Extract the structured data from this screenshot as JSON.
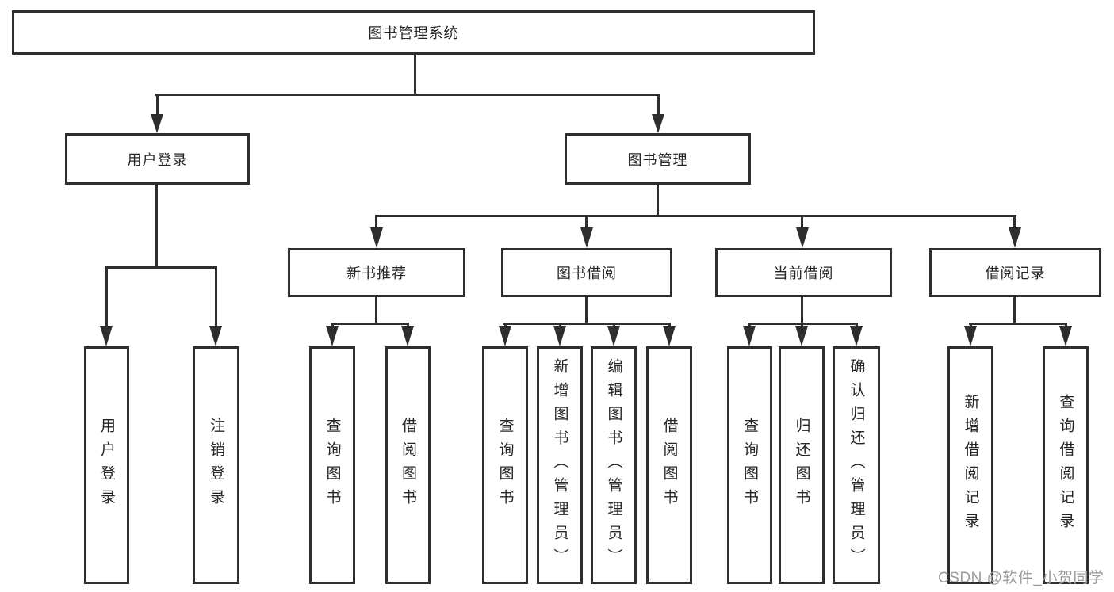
{
  "diagram": {
    "root": {
      "label": "图书管理系统"
    },
    "level2": [
      {
        "label": "用户登录"
      },
      {
        "label": "图书管理"
      }
    ],
    "level3": [
      {
        "label": "新书推荐"
      },
      {
        "label": "图书借阅"
      },
      {
        "label": "当前借阅"
      },
      {
        "label": "借阅记录"
      }
    ],
    "leaves": {
      "user": [
        {
          "label": "用户登录"
        },
        {
          "label": "注销登录"
        }
      ],
      "newbook": [
        {
          "label": "查询图书"
        },
        {
          "label": "借阅图书"
        }
      ],
      "borrow": [
        {
          "label": "查询图书"
        },
        {
          "label": "新增图书（管理员）"
        },
        {
          "label": "编辑图书（管理员）"
        },
        {
          "label": "借阅图书"
        }
      ],
      "current": [
        {
          "label": "查询图书"
        },
        {
          "label": "归还图书"
        },
        {
          "label": "确认归还（管理员）"
        }
      ],
      "records": [
        {
          "label": "新增借阅记录"
        },
        {
          "label": "查询借阅记录"
        }
      ]
    }
  },
  "watermark": {
    "text": "CSDN @软件_小贺同学"
  },
  "colors": {
    "line": "#2e2e2e",
    "text": "#262626",
    "background": "#ffffff",
    "watermark": "#9b9b9b"
  }
}
